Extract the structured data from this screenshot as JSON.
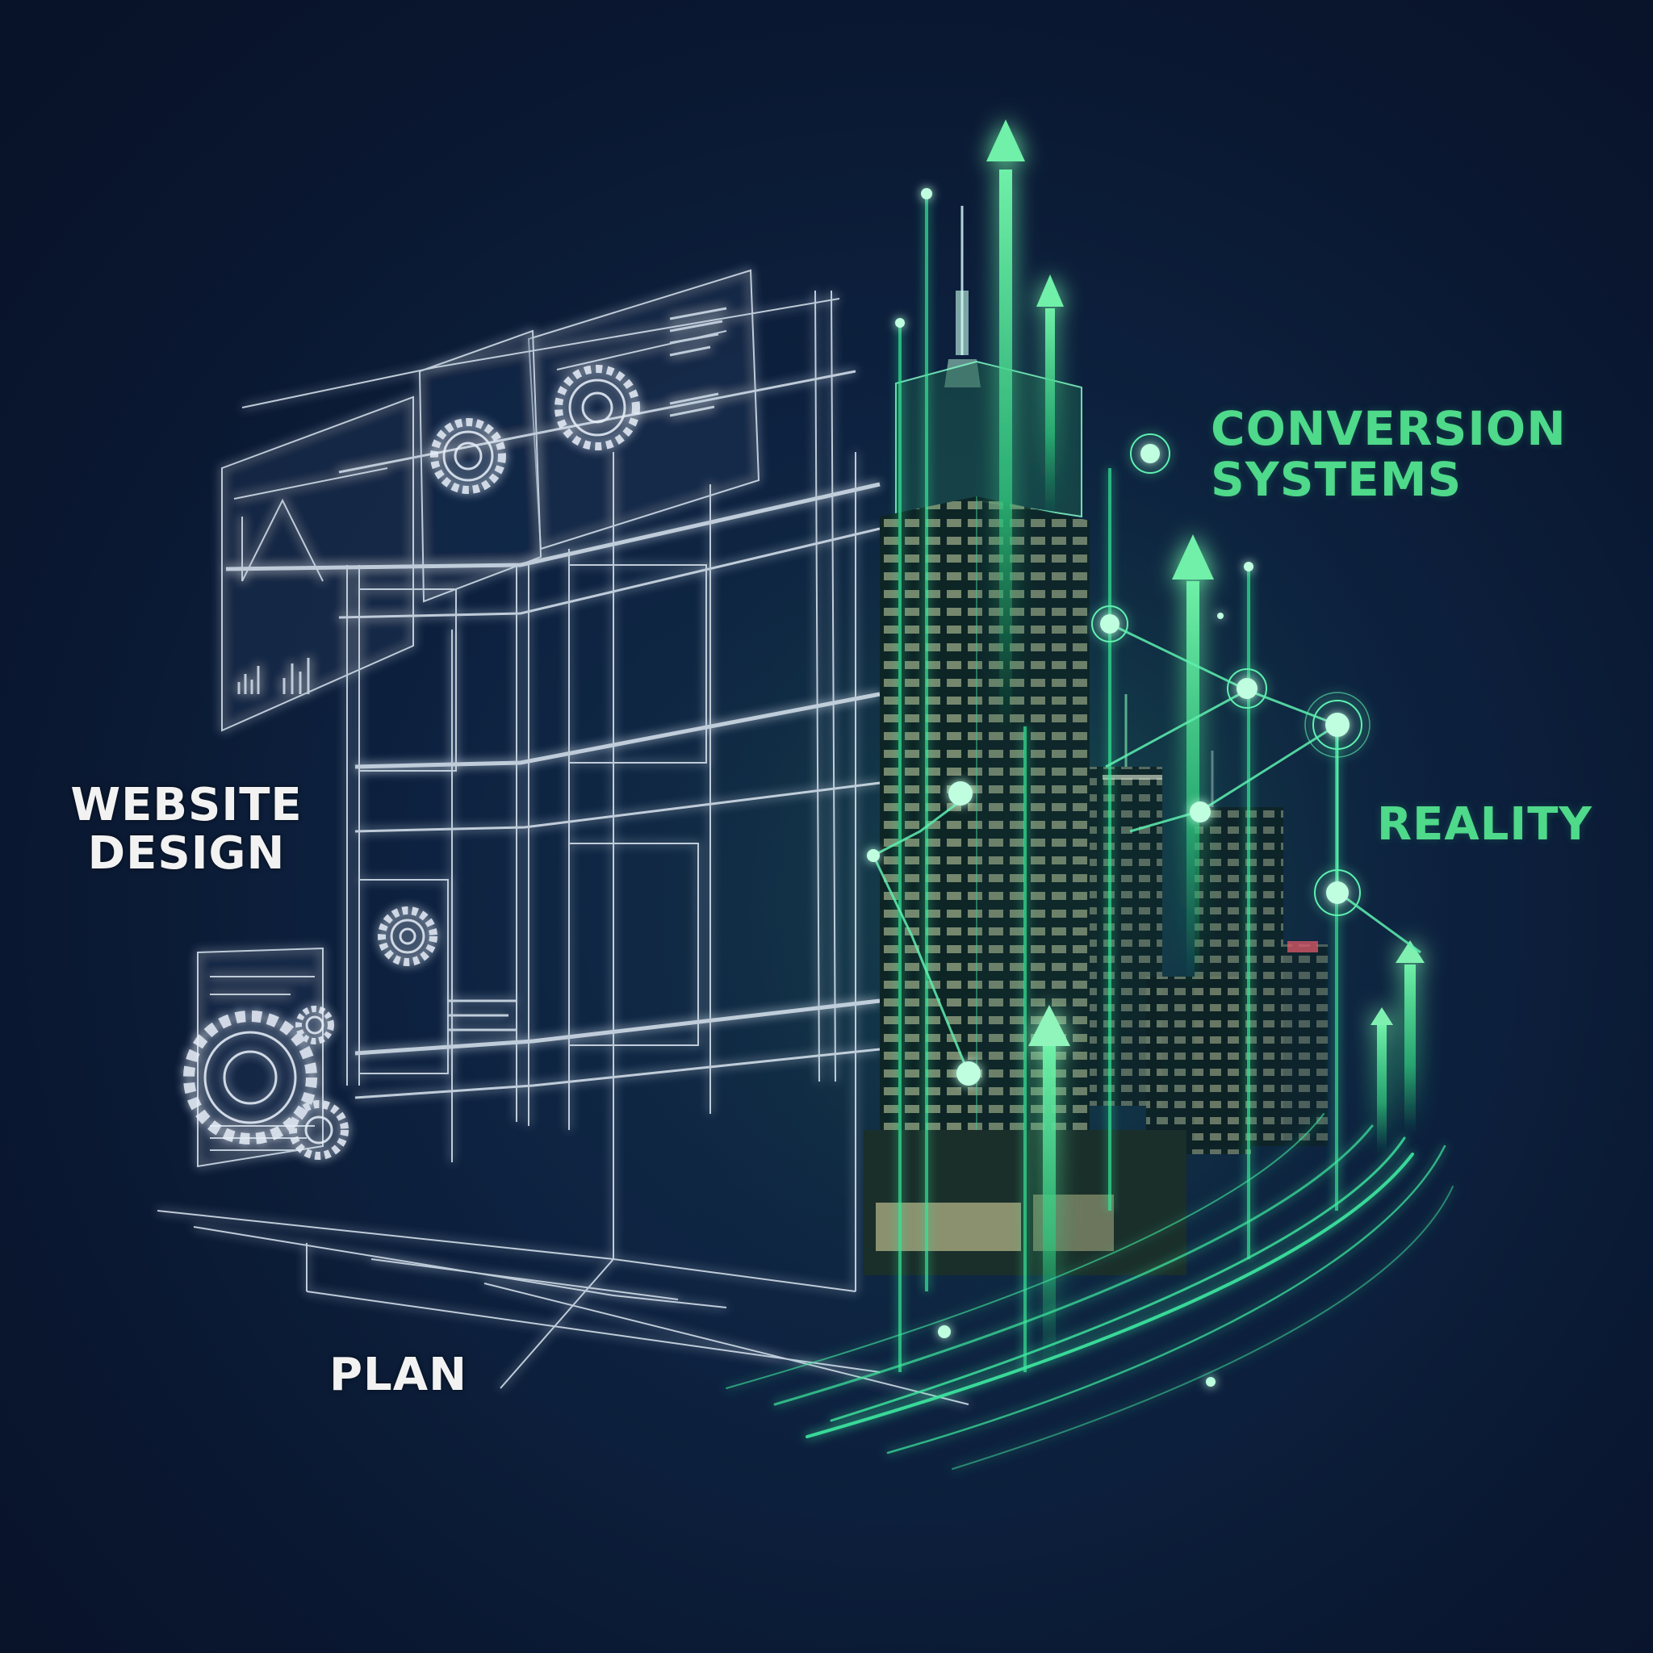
{
  "scene": {
    "description": "Wireframe blueprint building transforming into a glowing night-city skyscraper with upward growth arrows and network nodes",
    "background_color": "#0a1730",
    "accent_green": "#4fd98a",
    "wireframe_color": "#dfeaf5",
    "glow_green": "#2fe08c"
  },
  "labels": {
    "website_design": "WEBSITE\nDESIGN",
    "plan": "PLAN",
    "conversion_systems": "CONVERSION\nSYSTEMS",
    "reality": "REALITY"
  },
  "icons": {
    "gears": [
      "gear-icon-top",
      "gear-icon-panel",
      "gear-icon-lower-large",
      "gear-icon-lower-small-1",
      "gear-icon-lower-small-2",
      "gear-icon-center"
    ],
    "arrows": [
      "arrow-up-tall",
      "arrow-up-medium",
      "arrow-up-right-mid",
      "arrow-up-building",
      "arrow-up-right-1",
      "arrow-up-right-2"
    ],
    "nodes": [
      "network-node"
    ]
  }
}
